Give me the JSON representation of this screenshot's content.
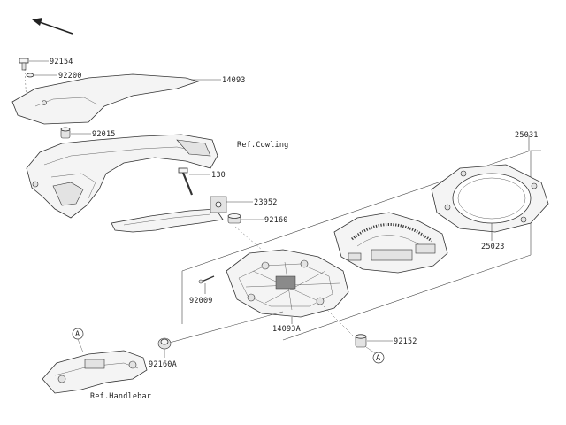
{
  "labels": {
    "p92154": "92154",
    "p92200": "92200",
    "p14093": "14093",
    "p92015": "92015",
    "ref_cowling": "Ref.Cowling",
    "p130": "130",
    "p23052": "23052",
    "p92160": "92160",
    "p25031": "25031",
    "p25023": "25023",
    "p92009": "92009",
    "p14093a": "14093A",
    "p92152": "92152",
    "p92160a": "92160A",
    "ref_handlebar": "Ref.Handlebar",
    "marker_a1": "A",
    "marker_a2": "A"
  },
  "colors": {
    "line": "#444444",
    "part_fill": "#f4f4f4"
  }
}
